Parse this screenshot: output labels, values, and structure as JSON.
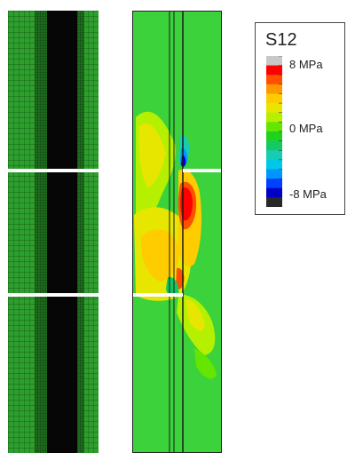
{
  "legend": {
    "title": "S12",
    "max_label": "8 MPa",
    "mid_label": "0 MPa",
    "min_label": "-8 MPa",
    "colors": [
      "#c8c8c8",
      "#ff0000",
      "#ff5000",
      "#ff9800",
      "#ffcc00",
      "#e6e600",
      "#b4f000",
      "#64e600",
      "#1ed21e",
      "#14c864",
      "#14cdb4",
      "#00c8e6",
      "#0096ff",
      "#0040ff",
      "#0000c8",
      "#282828"
    ]
  },
  "colors": {
    "mesh": "#1a8f1a",
    "mesh_dark": "#0a0a0a",
    "contour_base": "#3cd23c"
  }
}
